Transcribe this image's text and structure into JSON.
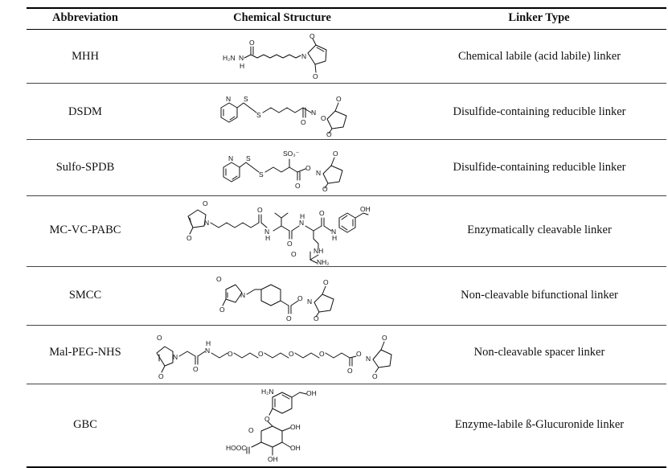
{
  "table": {
    "headers": {
      "abbreviation": "Abbreviation",
      "structure": "Chemical Structure",
      "linker": "Linker Type"
    },
    "rows": [
      {
        "abbreviation": "MHH",
        "linker_type": "Chemical labile (acid labile) linker",
        "structure_labels": [
          "H₂N",
          "N",
          "H",
          "O",
          "N",
          "O",
          "O"
        ]
      },
      {
        "abbreviation": "DSDM",
        "linker_type": "Disulfide-containing reducible linker",
        "structure_labels": [
          "N",
          "S",
          "S",
          "O",
          "N",
          "O",
          "O",
          "O"
        ]
      },
      {
        "abbreviation": "Sulfo-SPDB",
        "linker_type": "Disulfide-containing reducible linker",
        "structure_labels": [
          "N",
          "S",
          "S",
          "SO₃⁻",
          "O",
          "N",
          "O",
          "O",
          "O"
        ]
      },
      {
        "abbreviation": "MC-VC-PABC",
        "linker_type": "Enzymatically cleavable linker",
        "structure_labels": [
          "O",
          "N",
          "O",
          "O",
          "N",
          "H",
          "O",
          "N",
          "H",
          "O",
          "N",
          "H",
          "OH",
          "NH",
          "O",
          "NH₂"
        ]
      },
      {
        "abbreviation": "SMCC",
        "linker_type": "Non-cleavable bifunctional linker",
        "structure_labels": [
          "O",
          "N",
          "O",
          "O",
          "O",
          "N",
          "O",
          "O"
        ]
      },
      {
        "abbreviation": "Mal-PEG-NHS",
        "linker_type": "Non-cleavable spacer linker",
        "structure_labels": [
          "O",
          "N",
          "O",
          "O",
          "N",
          "H",
          "O",
          "O",
          "O",
          "O",
          "O",
          "O",
          "N",
          "O",
          "O"
        ]
      },
      {
        "abbreviation": "GBC",
        "linker_type": "Enzyme-labile ß-Glucuronide linker",
        "structure_labels": [
          "H₂N",
          "OH",
          "O",
          "O",
          "OH",
          "HOOC",
          "O",
          "OH",
          "OH"
        ]
      }
    ]
  }
}
